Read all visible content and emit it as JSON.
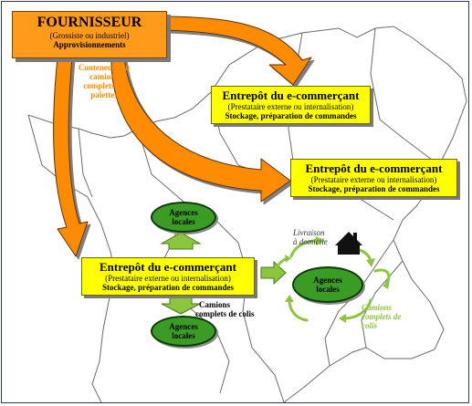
{
  "supplier": {
    "title": "FOURNISSEUR",
    "subtitle": "(Grossiste ou industriel)",
    "role": "Approvisionnements"
  },
  "supplier_transport": {
    "line1": "Conteneurs ou",
    "line2": "camions",
    "line3": "complets de",
    "line4": "palettes"
  },
  "warehouses": [
    {
      "title": "Entrepôt du e-commerçant",
      "subtitle": "(Prestataire externe ou internalisation)",
      "tasks": "Stockage, préparation de commandes"
    },
    {
      "title": "Entrepôt du e-commerçant",
      "subtitle": "(Prestataire externe ou internalisation)",
      "tasks": "Stockage, préparation de commandes"
    },
    {
      "title": "Entrepôt du e-commerçant",
      "subtitle": "(Prestataire externe ou internalisation)",
      "tasks": "Stockage, préparation de commandes"
    }
  ],
  "agencies": [
    {
      "line1": "Agences",
      "line2": "locales"
    },
    {
      "line1": "Agences",
      "line2": "locales"
    },
    {
      "line1": "Agences",
      "line2": "locales"
    }
  ],
  "labels": {
    "trucks_line1": "Camions",
    "trucks_line2": "complets de colis",
    "home_line1": "Livraison",
    "home_line2": "à domicile",
    "trucks_right_line1": "Camions",
    "trucks_right_line2": "complets de",
    "trucks_right_line3": "colis"
  },
  "colors": {
    "orange": "#ff9a1a",
    "yellow": "#ffff00",
    "green": "#3a9b25",
    "light_green": "#8cc63f",
    "map": "#6b6b6b"
  },
  "icons": [
    "house-icon"
  ]
}
